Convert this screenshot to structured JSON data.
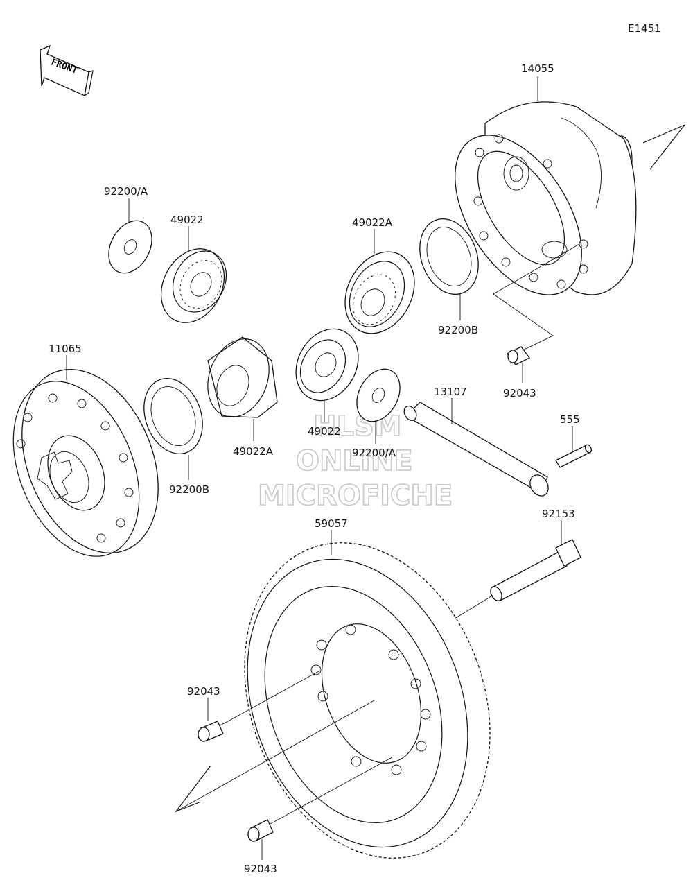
{
  "diagram": {
    "id": "E1451",
    "front_label": "FRONT",
    "watermark": [
      "HLSM",
      "ONLINE",
      "MICROFICHE"
    ]
  },
  "parts": {
    "p14055": "14055",
    "p92200a_top": "92200/A",
    "p49022_top": "49022",
    "p49022a_top": "49022A",
    "p92200b_right": "92200B",
    "p92043_right": "92043",
    "p11065": "11065",
    "p92200b_left": "92200B",
    "p49022a_bottom": "49022A",
    "p49022_bottom": "49022",
    "p92200a_bottom": "92200/A",
    "p13107": "13107",
    "p555": "555",
    "p59057": "59057",
    "p92153": "92153",
    "p92043_left": "92043",
    "p92043_bottom": "92043"
  }
}
